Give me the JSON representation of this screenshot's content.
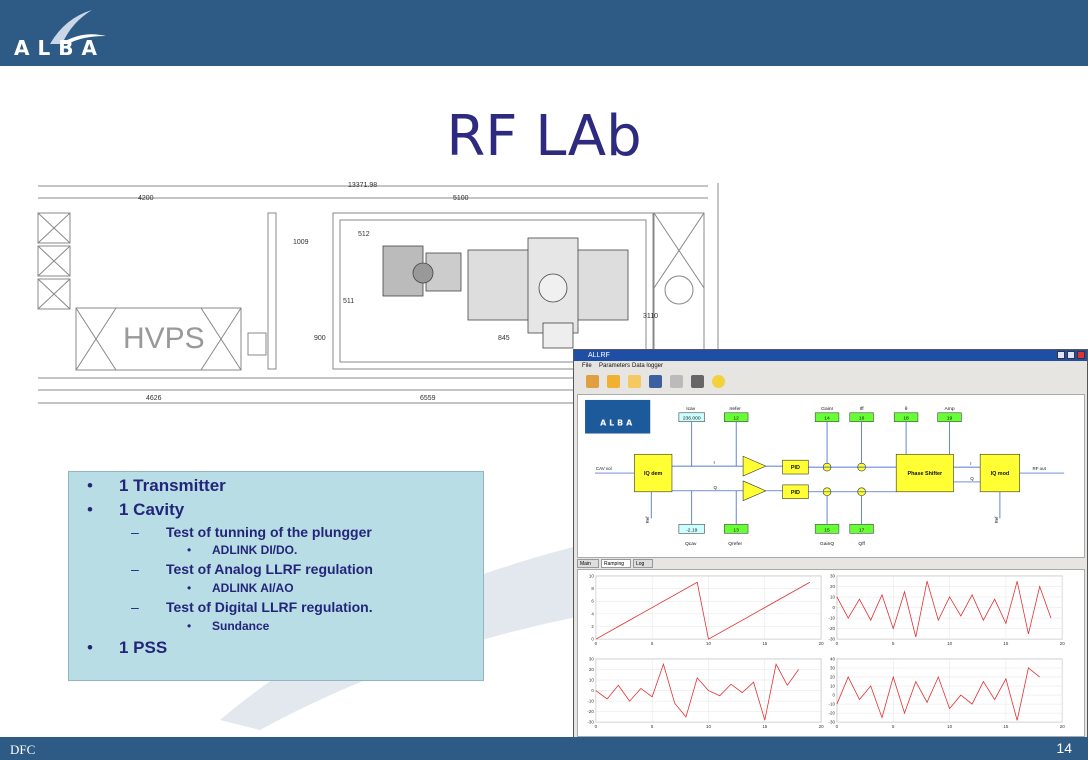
{
  "header": {
    "logo_text": "ALBA"
  },
  "slide": {
    "title": "RF LAb",
    "footer_left": "DFC",
    "page_number": "14"
  },
  "floorplan": {
    "dims": [
      "13371.98",
      "4200",
      "5100",
      "1009",
      "512",
      "511",
      "900",
      "845",
      "3110",
      "4626",
      "6559"
    ],
    "label": "HVPS"
  },
  "bullets": [
    {
      "text": "1 Transmitter",
      "level": 1,
      "marker": "•"
    },
    {
      "text": "1 Cavity",
      "level": 1,
      "marker": "•"
    },
    {
      "text": "Test of tunning of the plungger",
      "level": 2,
      "marker": "–"
    },
    {
      "text": "ADLINK DI/DO.",
      "level": 3,
      "marker": "•"
    },
    {
      "text": "Test of Analog LLRF regulation",
      "level": 2,
      "marker": "–"
    },
    {
      "text": "ADLINK AI/AO",
      "level": 3,
      "marker": "•"
    },
    {
      "text": "Test of Digital LLRF regulation.",
      "level": 2,
      "marker": "–"
    },
    {
      "text": "Sundance",
      "level": 3,
      "marker": "•"
    },
    {
      "text": "1 PSS",
      "level": 1,
      "marker": "•"
    }
  ],
  "app": {
    "window_title": "ALLRF",
    "menu": [
      "File",
      "Parameters",
      "Data logger"
    ],
    "toolbar_icons": [
      "open-icon",
      "folder-icon",
      "copy-icon",
      "save-icon",
      "print-icon",
      "tools-icon",
      "smiley-icon"
    ],
    "logo_text": "ALBA",
    "diagram": {
      "top_labels": [
        "Icav",
        "Irefer",
        "GainI",
        "Iff",
        "θ",
        "Amp"
      ],
      "top_values": [
        "236.000",
        "12",
        "14",
        "16",
        "18",
        "19"
      ],
      "bottom_labels": [
        "Qcav",
        "Qrefer",
        "GainQ",
        "Qff"
      ],
      "bottom_values": [
        "-2.19",
        "13",
        "15",
        "17"
      ],
      "blocks": [
        "IQ dem",
        "PID",
        "PID",
        "Phase Shifter",
        "IQ mod"
      ],
      "io_labels": [
        "CAV vol",
        "RF out",
        "Ref",
        "Ref",
        "I",
        "Q",
        "I",
        "Q"
      ]
    },
    "tabs": [
      "Main",
      "Ramping",
      "Log"
    ],
    "active_tab": "Ramping",
    "colors": {
      "title_bar": "#1f4fa5",
      "block_fill": "#ffff33",
      "green_box": "#66ff33",
      "cyan_box": "#ccffff",
      "trace": "#e03030"
    }
  },
  "chart_data": [
    {
      "type": "line",
      "x": [
        0,
        9,
        10,
        19
      ],
      "values": [
        0,
        9,
        0,
        9
      ],
      "ylim": [
        0,
        10
      ],
      "xlim": [
        0,
        20
      ],
      "yticks": [
        "0",
        "2",
        "4",
        "6",
        "8",
        "10"
      ],
      "xticks": [
        "0",
        "5",
        "10",
        "15",
        "20"
      ]
    },
    {
      "type": "line",
      "x": [
        0,
        1,
        2,
        3,
        4,
        5,
        6,
        7,
        8,
        9,
        10,
        11,
        12,
        13,
        14,
        15,
        16,
        17,
        18,
        19
      ],
      "values": [
        10,
        -10,
        8,
        -12,
        12,
        -20,
        15,
        -28,
        25,
        -12,
        10,
        -8,
        12,
        -12,
        8,
        -15,
        25,
        -25,
        20,
        -10
      ],
      "ylim": [
        -30,
        30
      ],
      "xlim": [
        0,
        20
      ],
      "yticks": [
        "-30",
        "-20",
        "-10",
        "0",
        "10",
        "20",
        "30"
      ],
      "xticks": [
        "0",
        "5",
        "10",
        "15",
        "20"
      ]
    },
    {
      "type": "line",
      "x": [
        0,
        1,
        2,
        3,
        4,
        5,
        6,
        7,
        8,
        9,
        10,
        11,
        12,
        13,
        14,
        15,
        16,
        17,
        18
      ],
      "values": [
        0,
        -8,
        5,
        -10,
        2,
        -6,
        25,
        -12,
        -25,
        12,
        0,
        -5,
        6,
        -2,
        8,
        -28,
        25,
        5,
        20
      ],
      "ylim": [
        -30,
        30
      ],
      "xlim": [
        0,
        20
      ],
      "yticks": [
        "-30",
        "-20",
        "-10",
        "0",
        "10",
        "20",
        "30"
      ],
      "xticks": [
        "0",
        "5",
        "10",
        "15",
        "20"
      ]
    },
    {
      "type": "line",
      "x": [
        0,
        1,
        2,
        3,
        4,
        5,
        6,
        7,
        8,
        9,
        10,
        11,
        12,
        13,
        14,
        15,
        16,
        17,
        18
      ],
      "values": [
        -10,
        20,
        -5,
        10,
        -25,
        20,
        -20,
        15,
        -8,
        20,
        -15,
        0,
        -10,
        15,
        -5,
        18,
        -28,
        30,
        20
      ],
      "ylim": [
        -30,
        40
      ],
      "xlim": [
        0,
        20
      ],
      "yticks": [
        "-30",
        "-20",
        "-10",
        "0",
        "10",
        "20",
        "30",
        "40"
      ],
      "xticks": [
        "0",
        "5",
        "10",
        "15",
        "20"
      ]
    }
  ]
}
